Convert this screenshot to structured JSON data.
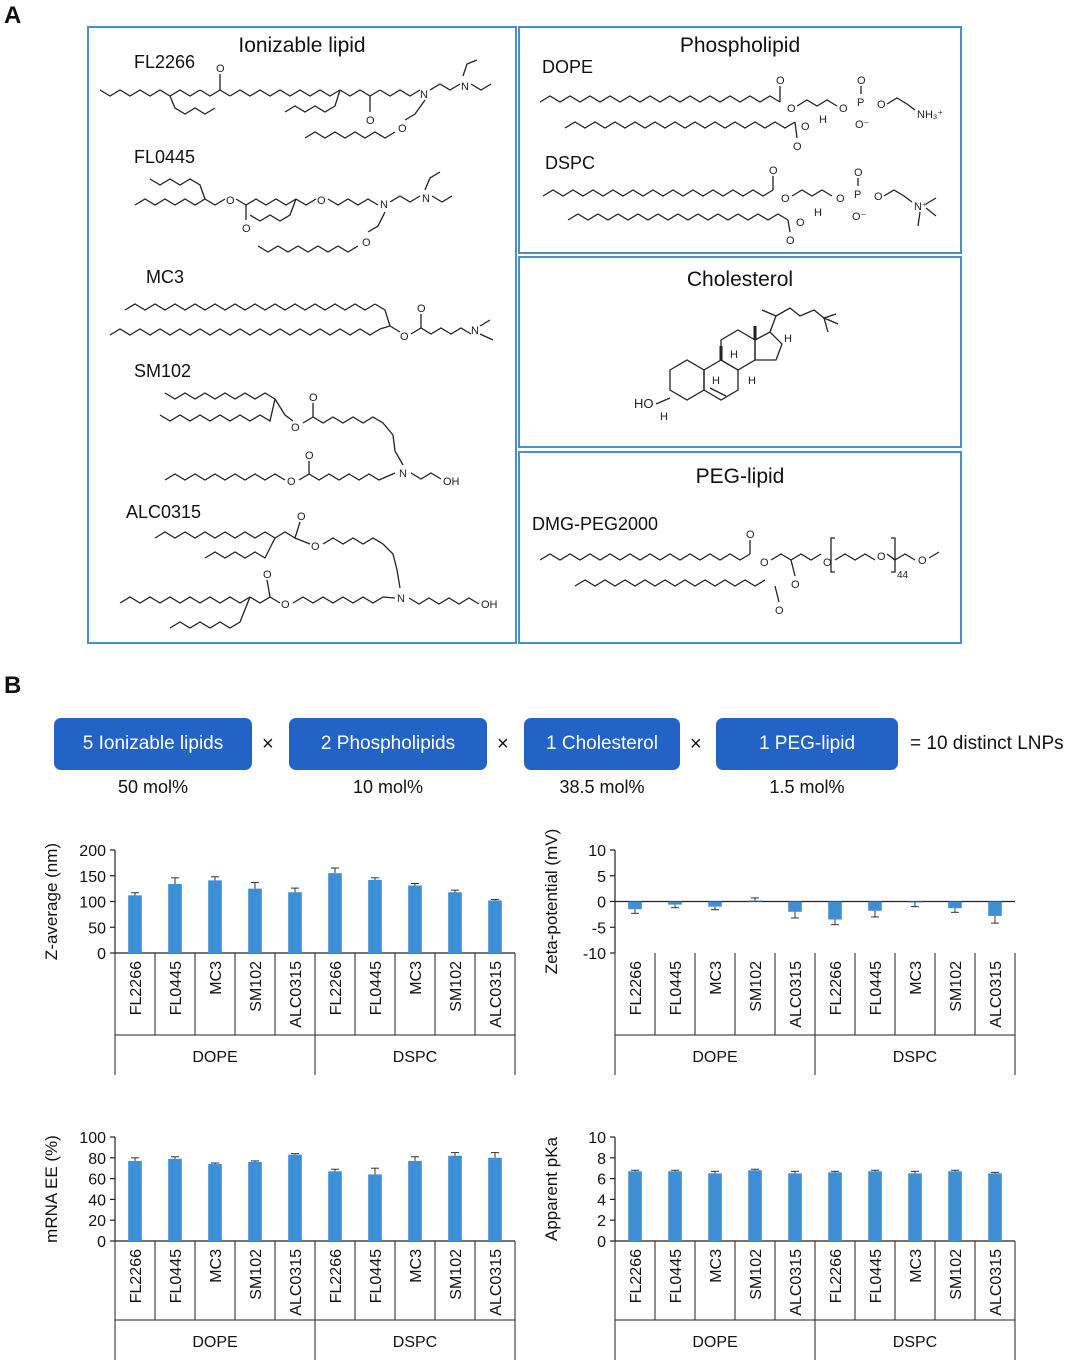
{
  "panelA": {
    "letter": "A",
    "ionizable": {
      "title": "Ionizable lipid",
      "compounds": [
        "FL2266",
        "FL0445",
        "MC3",
        "SM102",
        "ALC0315"
      ]
    },
    "phospholipid": {
      "title": "Phospholipid",
      "compounds": [
        "DOPE",
        "DSPC"
      ]
    },
    "cholesterol": {
      "title": "Cholesterol"
    },
    "peg": {
      "title": "PEG-lipid",
      "compounds": [
        "DMG-PEG2000"
      ]
    },
    "atoms": {
      "o": "O",
      "n": "N",
      "p": "P",
      "h": "H",
      "oh": "OH",
      "ho": "HO",
      "nh3": "NH₃⁺",
      "nplus": "N⁺",
      "ominus": "O⁻",
      "peg_n": "44"
    }
  },
  "panelB": {
    "letter": "B",
    "formula": {
      "items": [
        {
          "label": "5 Ionizable lipids",
          "mol": "50 mol%"
        },
        {
          "label": "2 Phospholipids",
          "mol": "10 mol%"
        },
        {
          "label": "1 Cholesterol",
          "mol": "38.5 mol%"
        },
        {
          "label": "1 PEG-lipid",
          "mol": "1.5 mol%"
        }
      ],
      "times": "×",
      "result": "= 10 distinct LNPs"
    }
  },
  "colors": {
    "accent": "#2463c6",
    "bar": "#3f8fd6",
    "box": "#4a90c8"
  },
  "chart_data": [
    {
      "type": "bar",
      "ylabel": "Z-average (nm)",
      "ylim": [
        0,
        200
      ],
      "yticks": [
        0,
        50,
        100,
        150,
        200
      ],
      "categories": [
        "FL2266",
        "FL0445",
        "MC3",
        "SM102",
        "ALC0315",
        "FL2266",
        "FL0445",
        "MC3",
        "SM102",
        "ALC0315"
      ],
      "groups": [
        "DOPE",
        "DSPC"
      ],
      "values": [
        112,
        134,
        141,
        125,
        118,
        155,
        142,
        131,
        118,
        102
      ],
      "errors": [
        5,
        12,
        7,
        12,
        8,
        10,
        4,
        4,
        4,
        2
      ]
    },
    {
      "type": "bar",
      "ylabel": "Zeta-potential (mV)",
      "ylim": [
        -10,
        10
      ],
      "yticks": [
        -10,
        -5,
        0,
        5,
        10
      ],
      "categories": [
        "FL2266",
        "FL0445",
        "MC3",
        "SM102",
        "ALC0315",
        "FL2266",
        "FL0445",
        "MC3",
        "SM102",
        "ALC0315"
      ],
      "groups": [
        "DOPE",
        "DSPC"
      ],
      "values": [
        -1.5,
        -0.6,
        -1.0,
        0.2,
        -2.0,
        -3.5,
        -1.8,
        -0.2,
        -1.3,
        -2.8
      ],
      "errors": [
        0.8,
        0.6,
        0.6,
        0.5,
        1.2,
        1.0,
        1.2,
        0.8,
        0.8,
        1.4
      ]
    },
    {
      "type": "bar",
      "ylabel": "mRNA EE (%)",
      "ylim": [
        0,
        100
      ],
      "yticks": [
        0,
        20,
        40,
        60,
        80,
        100
      ],
      "categories": [
        "FL2266",
        "FL0445",
        "MC3",
        "SM102",
        "ALC0315",
        "FL2266",
        "FL0445",
        "MC3",
        "SM102",
        "ALC0315"
      ],
      "groups": [
        "DOPE",
        "DSPC"
      ],
      "values": [
        77,
        79,
        74,
        76,
        83,
        67,
        64,
        77,
        82,
        80
      ],
      "errors": [
        3,
        2,
        1,
        1,
        1,
        2,
        6,
        4,
        3,
        5
      ]
    },
    {
      "type": "bar",
      "ylabel": "Apparent pKa",
      "ylim": [
        0,
        10
      ],
      "yticks": [
        0,
        2,
        4,
        6,
        8,
        10
      ],
      "categories": [
        "FL2266",
        "FL0445",
        "MC3",
        "SM102",
        "ALC0315",
        "FL2266",
        "FL0445",
        "MC3",
        "SM102",
        "ALC0315"
      ],
      "groups": [
        "DOPE",
        "DSPC"
      ],
      "values": [
        6.7,
        6.7,
        6.5,
        6.8,
        6.5,
        6.6,
        6.7,
        6.5,
        6.7,
        6.5
      ],
      "errors": [
        0.1,
        0.1,
        0.2,
        0.1,
        0.2,
        0.1,
        0.1,
        0.2,
        0.1,
        0.1
      ]
    }
  ]
}
